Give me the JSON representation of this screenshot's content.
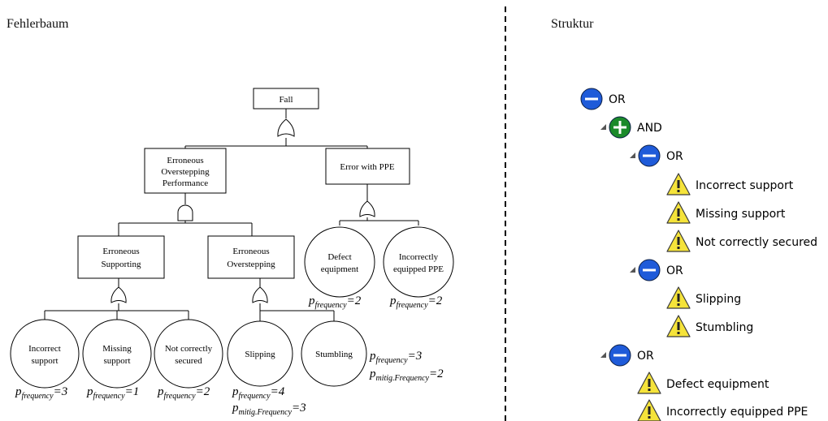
{
  "left_panel": {
    "title": "Fehlerbaum",
    "top_event": "Fall",
    "erroneous_overstepping_performance": [
      "Erroneous",
      "Overstepping",
      "Performance"
    ],
    "error_with_ppe": "Error with PPE",
    "erroneous_supporting": [
      "Erroneous",
      "Supporting"
    ],
    "erroneous_overstepping": [
      "Erroneous",
      "Overstepping"
    ],
    "defect_equipment": [
      "Defect",
      "equipment"
    ],
    "incorrectly_equipped_ppe": [
      "Incorrectly",
      "equipped PPE"
    ],
    "incorrect_support": [
      "Incorrect",
      "support"
    ],
    "missing_support": [
      "Missing",
      "support"
    ],
    "not_correctly_secured": [
      "Not correctly",
      "secured"
    ],
    "slipping": "Slipping",
    "stumbling": "Stumbling",
    "formula": {
      "p": "p",
      "frequency_sub": "frequency",
      "mitig_sub": "mitig.Frequency",
      "eq": "="
    },
    "values": {
      "defect_equipment_freq": "2",
      "incorrectly_equipped_ppe_freq": "2",
      "incorrect_support_freq": "3",
      "missing_support_freq": "1",
      "not_correctly_secured_freq": "2",
      "slipping_freq": "4",
      "slipping_mitig": "3",
      "stumbling_freq": "3",
      "stumbling_mitig": "2"
    }
  },
  "right_panel": {
    "title": "Struktur",
    "tree": [
      {
        "label": "OR",
        "icon": "minus-circle-icon",
        "color": "#1f5bd9",
        "level": 0,
        "arrow": false
      },
      {
        "label": "AND",
        "icon": "plus-circle-icon",
        "color": "#1b8a2a",
        "level": 1,
        "arrow": true
      },
      {
        "label": "OR",
        "icon": "minus-circle-icon",
        "color": "#1f5bd9",
        "level": 2,
        "arrow": true
      },
      {
        "label": "Incorrect support",
        "icon": "warning-icon",
        "color": "#f5e33a",
        "level": 3,
        "arrow": false
      },
      {
        "label": "Missing support",
        "icon": "warning-icon",
        "color": "#f5e33a",
        "level": 3,
        "arrow": false
      },
      {
        "label": "Not correctly secured",
        "icon": "warning-icon",
        "color": "#f5e33a",
        "level": 3,
        "arrow": false
      },
      {
        "label": "OR",
        "icon": "minus-circle-icon",
        "color": "#1f5bd9",
        "level": 2,
        "arrow": true
      },
      {
        "label": "Slipping",
        "icon": "warning-icon",
        "color": "#f5e33a",
        "level": 3,
        "arrow": false
      },
      {
        "label": "Stumbling",
        "icon": "warning-icon",
        "color": "#f5e33a",
        "level": 3,
        "arrow": false
      },
      {
        "label": "OR",
        "icon": "minus-circle-icon",
        "color": "#1f5bd9",
        "level": 1,
        "arrow": true
      },
      {
        "label": "Defect equipment",
        "icon": "warning-icon",
        "color": "#f5e33a",
        "level": 2,
        "arrow": false
      },
      {
        "label": "Incorrectly equipped PPE",
        "icon": "warning-icon",
        "color": "#f5e33a",
        "level": 2,
        "arrow": false
      }
    ]
  }
}
